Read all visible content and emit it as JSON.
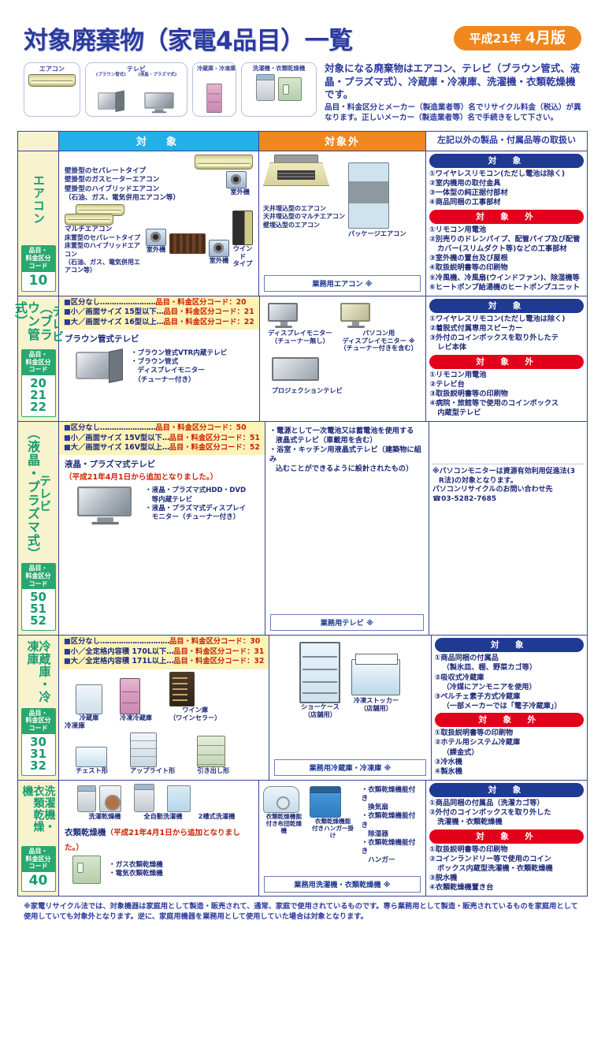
{
  "header": {
    "title": "対象廃棄物（家電4品目）一覧",
    "badge_prefix": "平成21年",
    "badge_main": "4月版"
  },
  "intro": {
    "cards": [
      {
        "caption": "エアコン",
        "sub1": "",
        "sub2": ""
      },
      {
        "caption": "テレビ",
        "sub1": "(ブラウン管式)",
        "sub2": "(液晶・プラズマ式)"
      },
      {
        "caption": "冷蔵庫・冷凍庫",
        "sub1": "",
        "sub2": ""
      },
      {
        "caption": "洗濯機・衣類乾燥機",
        "sub1": "",
        "sub2": ""
      }
    ],
    "lead": "対象になる廃棄物はエアコン、テレビ（ブラウン管式、液晶・プラズマ式）、冷蔵庫・冷凍庫、洗濯機・衣類乾燥機です。",
    "sub": "品目・料金区分とメーカー（製造業者等）名でリサイクル料金（税込）が異なります。正しいメーカー（製造業者等）名で手続きをして下さい。"
  },
  "table": {
    "headers": {
      "blank": "",
      "target": "対　象",
      "nontarget": "対象外",
      "other": "左記以外の製品・付属品等の取扱い"
    },
    "pill_target": "対　象",
    "pill_nontarget": "対　象　外",
    "rows": [
      {
        "name": "エアコン",
        "ruby": "",
        "code_head": "品目・\n料金区分\nコード",
        "codes": "10",
        "codeband": [],
        "target_title": "",
        "target_note": "",
        "target_labels_1": [
          "壁掛型のセパレートタイプ",
          "壁掛型のガスヒーターエアコン",
          "壁掛型のハイブリッドエアコン",
          "（石油、ガス、電気併用エアコン等）"
        ],
        "target_labels_2": [
          "床置型のセパレートタイプ",
          "床置型のハイブリッドエアコン",
          "（石油、ガス、電気併用エアコン等）"
        ],
        "cap_outdoor": "室外機",
        "cap_multi": "マルチエアコン",
        "cap_wind": "ウインド\nタイプ",
        "nontarget_labels": [
          "天井埋込型のエアコン",
          "天井埋込型のマルチエアコン",
          "壁埋込型のエアコン"
        ],
        "nontarget_cap": "パッケージエアコン",
        "biz_box": "業務用エアコン ※",
        "target_list": [
          "①ワイヤレスリモコン(ただし電池は除く)",
          "②室内機用の取付金具",
          "③一体型の純正据付部材",
          "④商品同梱の工事部材"
        ],
        "nontarget_list": [
          "①リモコン用電池",
          "②別売りのドレンパイプ、配管パイプ及び配管",
          "カバー(スリムダクト等)などの工事部材",
          "③室外機の置台及び屋根",
          "④取扱説明書等の印刷物",
          "⑤冷風機、冷風扇(ウインドファン)、除湿機等",
          "⑥ヒートポンプ給湯機のヒートポンプユニット"
        ],
        "nontarget_indent": [
          2
        ]
      },
      {
        "name": "テレビ",
        "ruby": "（ブラウン管式）",
        "code_head": "品目・\n料金区分\nコード",
        "codes": "20\n21\n22",
        "codeband": [
          {
            "mark": "■",
            "text": "区分なし",
            "dots": "……………………",
            "code": "品目・料金区分コード：20"
          },
          {
            "mark": "■",
            "text": "小／画面サイズ 15型以下",
            "dots": "…",
            "code": "品目・料金区分コード：21"
          },
          {
            "mark": "■",
            "text": "大／画面サイズ 16型以上",
            "dots": "…",
            "code": "品目・料金区分コード：22"
          }
        ],
        "target_title": "ブラウン管式テレビ",
        "target_note": "",
        "target_bullets": [
          "・ブラウン管式VTR内蔵テレビ",
          "・ブラウン管式",
          "　ディスプレイモニター",
          "　（チューナー付き）"
        ],
        "nontarget_cap_1": "ディスプレイモニター\n（チューナー無し）",
        "nontarget_cap_2": "パソコン用\nディスプレイモニター ※\n（チューナー付きを含む）",
        "nontarget_cap_3": "プロジェクションテレビ",
        "target_list": [
          "①ワイヤレスリモコン(ただし電池は除く)",
          "②着脱式付属専用スピーカー",
          "③外付のコインボックスを取り外したテ",
          "レビ本体"
        ],
        "target_indent": [
          3
        ],
        "nontarget_list": [
          "①リモコン用電池",
          "②テレビ台",
          "③取扱説明書等の印刷物",
          "④病院・旅館等で使用のコインボックス",
          "内蔵型テレビ"
        ],
        "nontarget_indent": [
          4
        ]
      },
      {
        "name": "テレビ",
        "ruby": "（液晶・プラズマ式）",
        "code_head": "品目・\n料金区分\nコード",
        "codes": "50\n51\n52",
        "codeband": [
          {
            "mark": "■",
            "text": "区分なし",
            "dots": "……………………",
            "code": "品目・料金区分コード：50"
          },
          {
            "mark": "■",
            "text": "小／画面サイズ 15V型以下",
            "dots": "…",
            "code": "品目・料金区分コード：51"
          },
          {
            "mark": "■",
            "text": "大／画面サイズ 16V型以上",
            "dots": "…",
            "code": "品目・料金区分コード：52"
          }
        ],
        "target_title": "液晶・プラズマ式テレビ",
        "target_note": "（平成21年4月1日から追加となりました。）",
        "target_bullets": [
          "・液晶・プラズマ式HDD・DVD",
          "　等内蔵テレビ",
          "・液晶・プラズマ式ディスプレイ",
          "　モニター（チューナー付き）"
        ],
        "nontarget_bullets": [
          "・電源として一次電池又は蓄電池を使用する",
          "液晶式テレビ（車載用を含む）",
          "・浴室・キッチン用液晶式テレビ（建築物に組み",
          "込むことができるように設計されたもの）"
        ],
        "nontarget_indent": [
          1,
          3
        ],
        "biz_box": "業務用テレビ ※",
        "pc_note": [
          "※パソコンモニターは資源有効利用促進法(3",
          "R法)の対象となります。",
          "パソコンリサイクルのお問い合わせ先",
          "☎03-5282-7685"
        ],
        "pc_note_indent": [
          1
        ]
      },
      {
        "name": "冷蔵庫・冷凍庫",
        "ruby": "",
        "code_head": "品目・\n料金区分\nコード",
        "codes": "30\n31\n32",
        "codeband": [
          {
            "mark": "■",
            "text": "区分なし",
            "dots": "…………………………",
            "code": "品目・料金区分コード：30"
          },
          {
            "mark": "■",
            "text": "小／全定格内容積 170L以下",
            "dots": "…",
            "code": "品目・料金区分コード：31"
          },
          {
            "mark": "■",
            "text": "大／全定格内容積 171L以上",
            "dots": "…",
            "code": "品目・料金区分コード：32"
          }
        ],
        "caps_top": [
          "冷蔵庫",
          "冷凍冷蔵庫",
          "ワイン庫\n（ワインセラー）"
        ],
        "label_freezer": "冷凍庫",
        "caps_bottom": [
          "チェスト形",
          "アップライト形",
          "引き出し形"
        ],
        "nontarget_cap_1": "ショーケース\n（店舗用）",
        "nontarget_cap_2": "冷凍ストッカー\n（店舗用）",
        "biz_box": "業務用冷蔵庫・冷凍庫 ※",
        "target_list": [
          "①商品同梱の付属品",
          "（製氷皿、棚、野菜カゴ等）",
          "②吸収式冷蔵庫",
          "（冷媒にアンモニアを使用）",
          "③ペルチェ素子方式冷蔵庫",
          "（一部メーカーでは「電子冷蔵庫」）"
        ],
        "target_indent": [
          1,
          3,
          5
        ],
        "nontarget_list": [
          "①取扱説明書等の印刷物",
          "②ホテル用システム冷蔵庫",
          "（課金式）",
          "③冷水機",
          "④製氷機"
        ],
        "nontarget_indent": [
          2
        ]
      },
      {
        "name": "洗濯機・衣類乾燥機",
        "ruby": "",
        "code_head": "品目・\n料金区分\nコード",
        "codes": "40",
        "codeband": [],
        "caps_top": [
          "洗濯乾燥機",
          "",
          "全自動洗濯機",
          "2槽式洗濯機"
        ],
        "dryer_title": "衣類乾燥機",
        "dryer_note": "（平成21年4月1日から追加となりました。）",
        "dryer_bullets": [
          "・ガス衣類乾燥機",
          "・電気衣類乾燥機"
        ],
        "nontarget_cap_1": "衣類乾燥機能\n付き布団乾燥機",
        "nontarget_cap_2": "衣類乾燥機能\n付きハンガー掛け",
        "nontarget_bullets": [
          "・衣類乾燥機能付き",
          "　換気扇",
          "・衣類乾燥機能付き",
          "　除湿器",
          "・衣類乾燥機能付き",
          "　ハンガー"
        ],
        "biz_box": "業務用洗濯機・衣類乾燥機 ※",
        "target_list": [
          "①商品同梱の付属品（洗濯カゴ等）",
          "②外付のコインボックスを取り外した",
          "洗濯機・衣類乾燥機"
        ],
        "target_indent": [
          2
        ],
        "nontarget_list": [
          "①取扱説明書等の印刷物",
          "②コインランドリー等で使用のコイン",
          "ボックス内蔵型洗濯機・衣類乾燥機",
          "③脱水機",
          "④衣類乾燥機置き台"
        ],
        "nontarget_indent": [
          2
        ]
      }
    ]
  },
  "footer": {
    "note": "※家電リサイクル法では、対象機器は家庭用として製造・販売されて、通常、家庭で使用されているものです。専ら業務用として製造・販売されているものを家庭用として使用していても対象外となります。逆に、家庭用機器を業務用として使用していた場合は対象となります。"
  },
  "colors": {
    "title_blue": "#2b3a9e",
    "badge_orange": "#f0871f",
    "target_cyan": "#23b0e8",
    "nontarget_orange": "#f0871f",
    "code_green": "#29a86e",
    "codeband_yellow": "#fdf3b8",
    "code_red": "#cc2200",
    "pill_blue": "#1f3a93",
    "pill_red": "#e3001b"
  }
}
